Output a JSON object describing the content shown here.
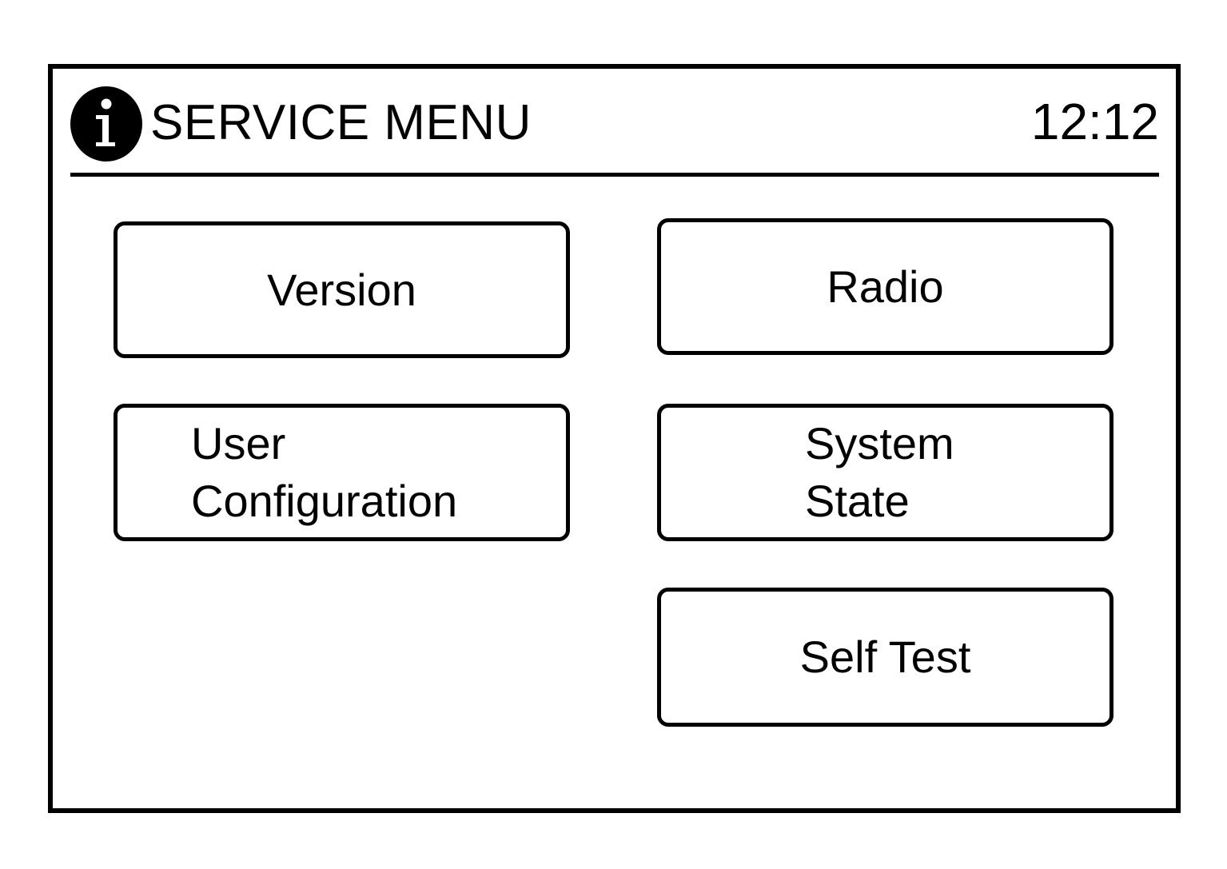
{
  "header": {
    "icon": "info-icon",
    "title": "SERVICE MENU",
    "clock": "12:12"
  },
  "menu": {
    "buttons": [
      {
        "id": "version",
        "label": "Version",
        "align": "center",
        "column": "left",
        "row": 1
      },
      {
        "id": "user-config",
        "label": "User\nConfiguration",
        "align": "left",
        "column": "left",
        "row": 2
      },
      {
        "id": "radio",
        "label": "Radio",
        "align": "center",
        "column": "right",
        "row": 1
      },
      {
        "id": "system-state",
        "label": "System\nState",
        "align": "left",
        "column": "right",
        "row": 2
      },
      {
        "id": "self-test",
        "label": "Self Test",
        "align": "center",
        "column": "right",
        "row": 3
      }
    ]
  },
  "colors": {
    "background": "#ffffff",
    "foreground": "#000000",
    "border": "#000000"
  }
}
